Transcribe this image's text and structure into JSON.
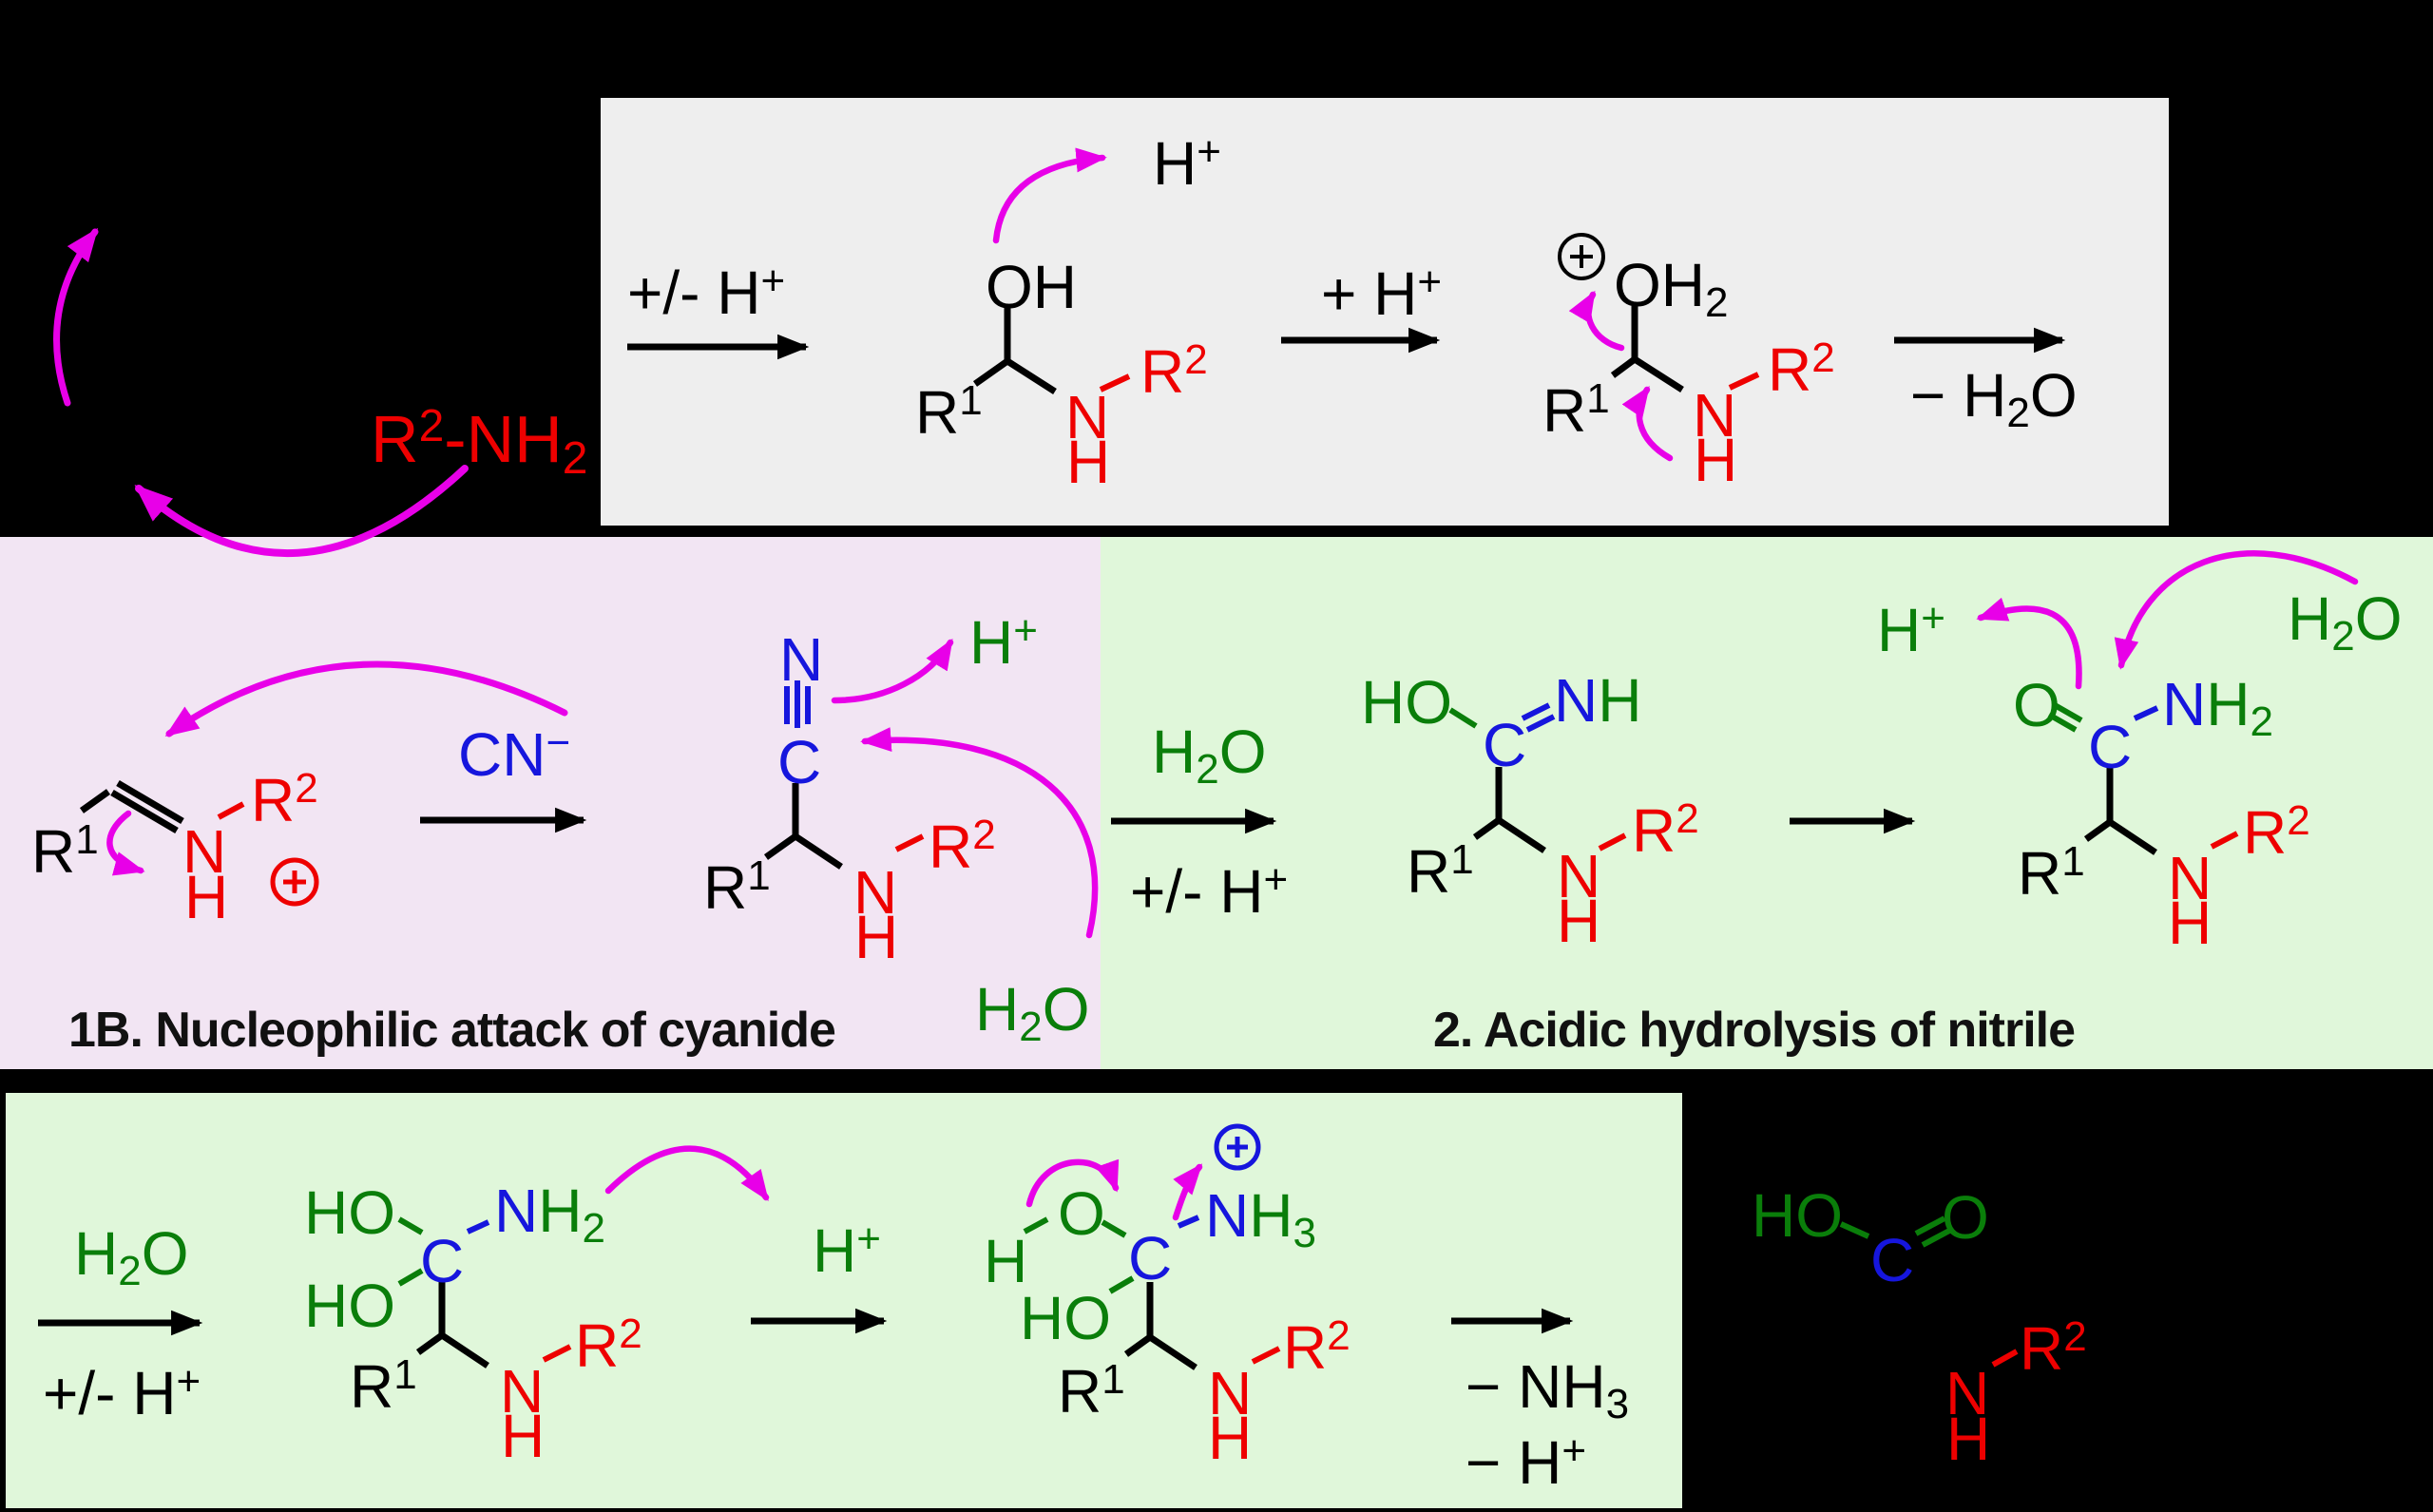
{
  "colors": {
    "background": "#000000",
    "panel_gray": "#eeeeee",
    "panel_purple": "#f2e5f3",
    "panel_green": "#e0f7da",
    "atom_black": "#000000",
    "atom_red": "#ee0000",
    "atom_blue": "#1616dd",
    "atom_green": "#0a7e0a",
    "arrow_magenta": "#e800e8"
  },
  "glyphs": {
    "r": "R",
    "one": "1",
    "two": "2",
    "three": "3",
    "n": "N",
    "h": "H",
    "c": "C",
    "o": "O",
    "ho": "HO",
    "oh": "OH",
    "cn": "CN",
    "plus": "+",
    "minus": "−",
    "amine_mid": "-NH",
    "plus_h": "+ H",
    "step_h": "+/- H",
    "minus_h": "− H",
    "minus_nh": "− NH"
  },
  "captions": {
    "step_1b": "1B. Nucleophilic attack of cyanide",
    "step_2": "2. Acidic hydrolysis of nitrile"
  }
}
